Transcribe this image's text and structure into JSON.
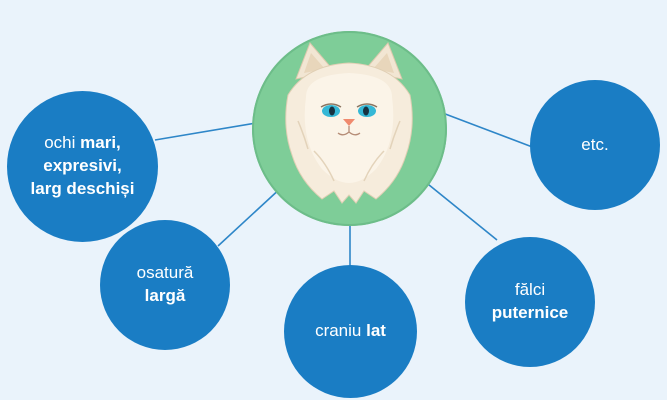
{
  "diagram": {
    "center": {
      "image": "white-persian-cat-face-icon"
    },
    "nodes": {
      "eyes": {
        "line1": "ochi ",
        "line1_bold": "mari,",
        "line2_bold": "expresivi,",
        "line3_bold": "larg deschiși"
      },
      "etc": {
        "text": "etc."
      },
      "bone": {
        "line1": "osatură",
        "line2_bold": "largă"
      },
      "skull": {
        "text": "craniu ",
        "bold": "lat"
      },
      "jaw": {
        "line1": "fălci",
        "line2_bold": "puternice"
      }
    },
    "colors": {
      "background": "#eaf3fb",
      "node_fill": "#1a7dc4",
      "connector": "#2e86c8",
      "center_fill": "#7ecd98"
    }
  }
}
